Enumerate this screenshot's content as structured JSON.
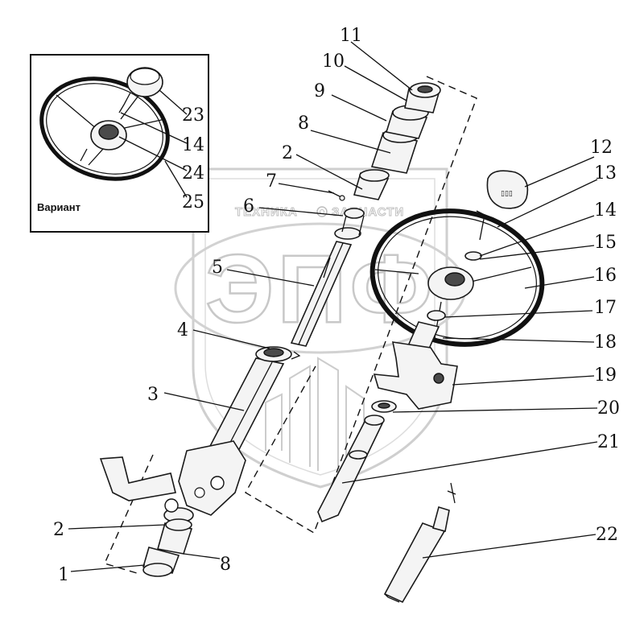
{
  "watermark": {
    "brand_top": "ТЕХНИКА",
    "brand_top_right": "ЗАПЧАСТИ",
    "brand_letters": "ЭПФ"
  },
  "inset": {
    "label": "Вариант"
  },
  "callouts": [
    "1",
    "2",
    "2",
    "3",
    "4",
    "5",
    "6",
    "7",
    "8",
    "8",
    "9",
    "10",
    "11",
    "12",
    "13",
    "14",
    "14",
    "15",
    "16",
    "17",
    "18",
    "19",
    "20",
    "21",
    "22",
    "23",
    "24",
    "25"
  ]
}
